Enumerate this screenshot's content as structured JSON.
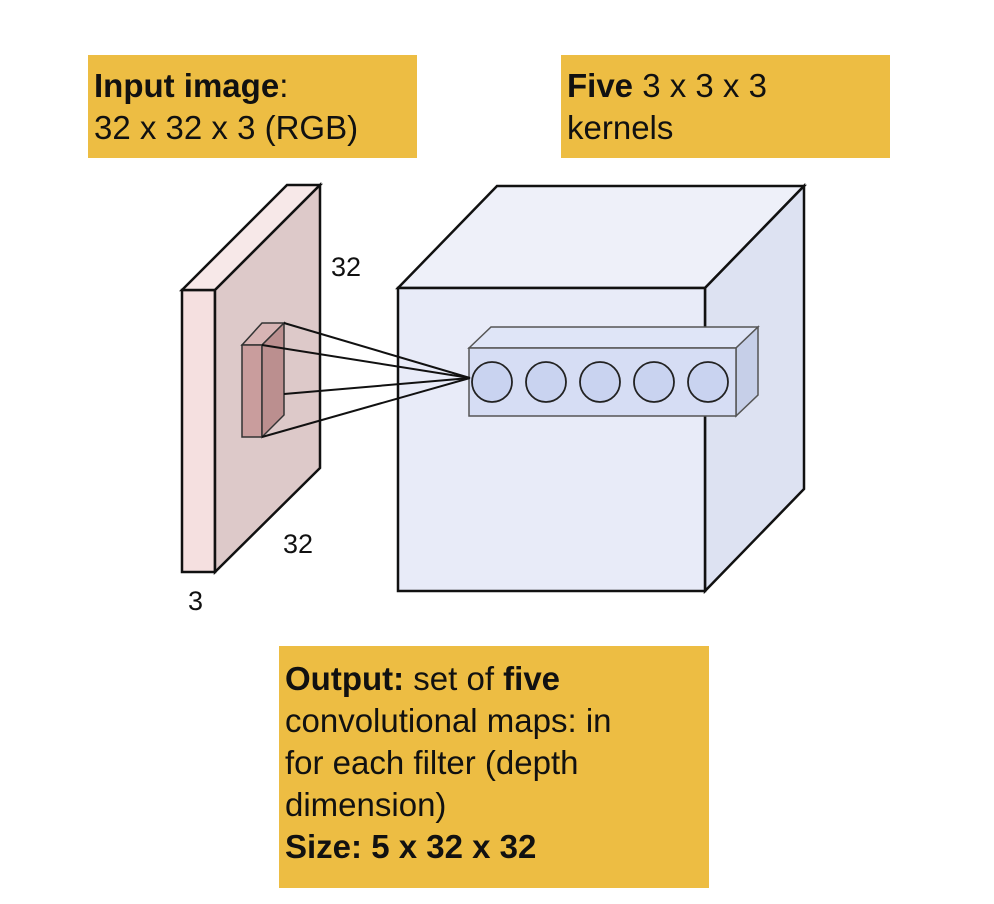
{
  "input_box": {
    "title": "Input image",
    "colon": ":",
    "detail": "32 x 32 x 3 (RGB)"
  },
  "kernel_box": {
    "title": "Five",
    "title_rest": " 3 x 3 x 3",
    "line2": "kernels"
  },
  "output_box": {
    "title": "Output:",
    "line1_rest": " set of ",
    "line1_bold": "five",
    "line2": "convolutional maps: in",
    "line3": "for each filter (depth",
    "line4": "dimension)",
    "size_line": "Size: 5 x 32 x 32"
  },
  "input_volume": {
    "height_label": "32",
    "width_label": "32",
    "depth_label": "3"
  },
  "neurons": {
    "count": 5
  },
  "colors": {
    "label_box": "#edbd43",
    "input_slab": "#f5e0e0",
    "input_face": "#ddc9c9",
    "receptive_field": "#c99d9d",
    "output_volume": "#e3e7f6",
    "neuron_fill": "#c9d3f0"
  }
}
